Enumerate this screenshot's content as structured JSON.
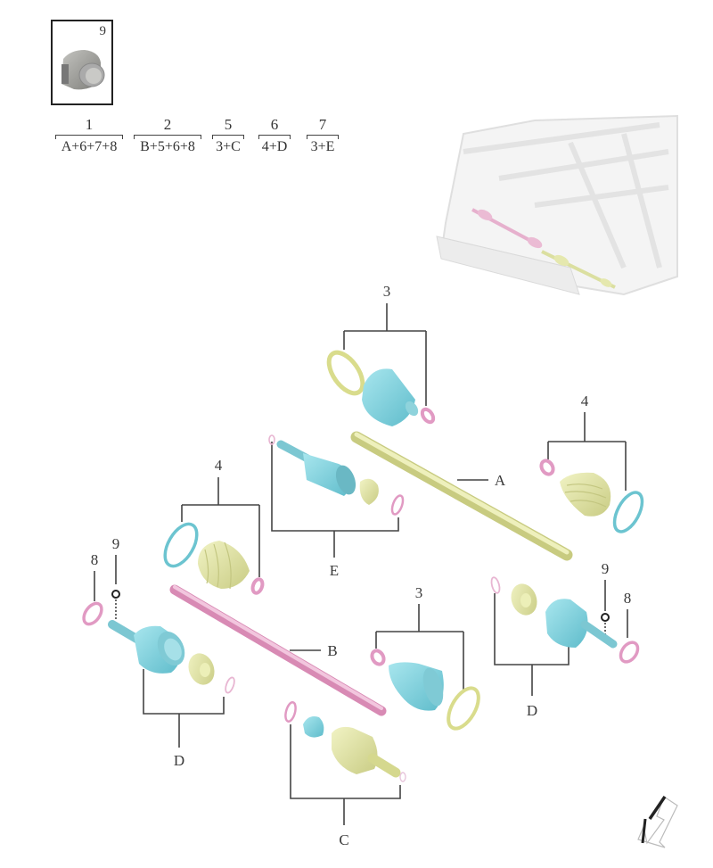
{
  "inset": {
    "part_number": "9",
    "description": "nut detail"
  },
  "combinations": [
    {
      "number": "1",
      "formula": "A+6+7+8"
    },
    {
      "number": "2",
      "formula": "B+5+6+8"
    },
    {
      "number": "5",
      "formula": "3+C"
    },
    {
      "number": "6",
      "formula": "4+D"
    },
    {
      "number": "7",
      "formula": "3+E"
    }
  ],
  "callouts": {
    "boot_kit_top": "3",
    "boot_kit_right": "4",
    "boot_kit_left": "4",
    "boot_kit_bottom": "3",
    "shaft_a": "A",
    "shaft_b": "B",
    "joint_e": "E",
    "joint_c": "C",
    "joint_d_left": "D",
    "joint_d_right": "D",
    "nut_left": "9",
    "ring_left": "8",
    "nut_right": "9",
    "ring_right": "8"
  },
  "colors": {
    "cyan": "#8fd8e0",
    "yellow": "#e6e8a8",
    "pink": "#e8a8cc",
    "leader": "#444444"
  },
  "orientation_arrow": "front-direction-arrow"
}
